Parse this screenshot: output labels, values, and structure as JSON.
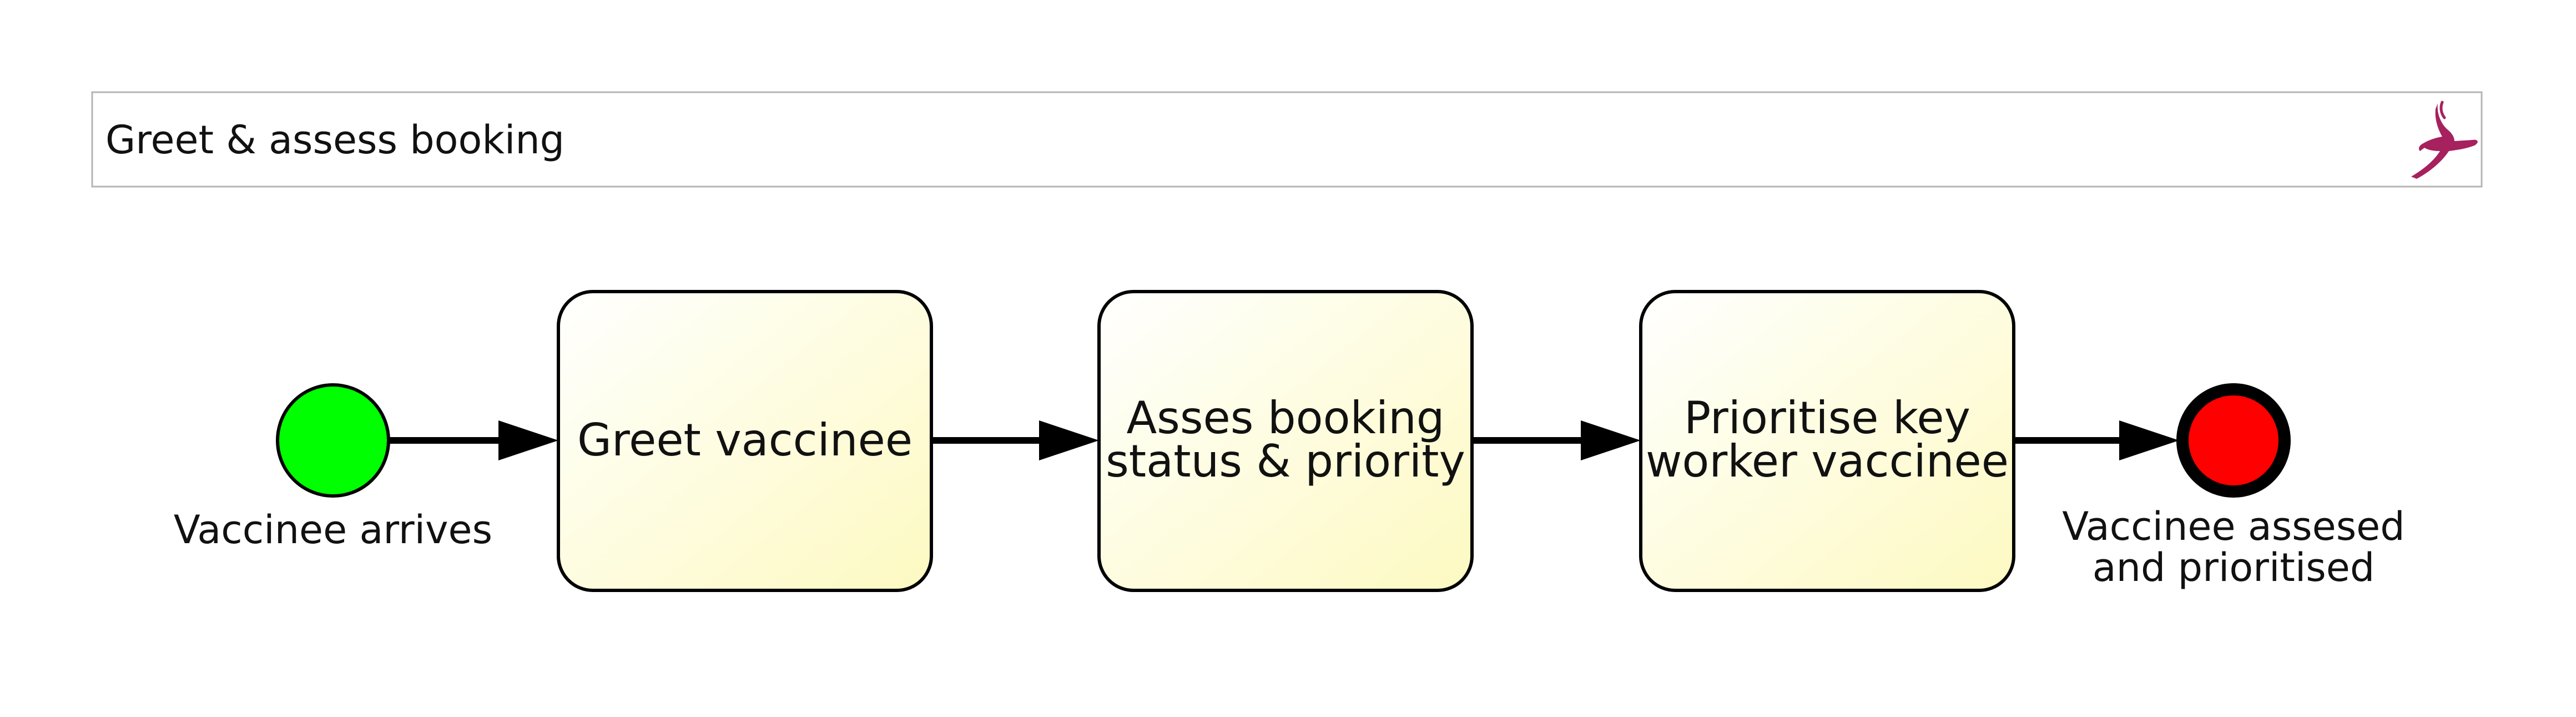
{
  "pool": {
    "title": "Greet & assess booking"
  },
  "colors": {
    "start_event_fill": "#00ff00",
    "end_event_fill": "#ff0000",
    "task_fill_light": "#ffffff",
    "task_fill_dark": "#fdfac4",
    "stroke": "#000000",
    "logo": "#a6215e"
  },
  "start_event": {
    "label": "Vaccinee arrives"
  },
  "tasks": [
    {
      "line1": "Greet vaccinee",
      "line2": ""
    },
    {
      "line1": "Asses booking",
      "line2": "status & priority"
    },
    {
      "line1": "Prioritise key",
      "line2": "worker vaccinee"
    }
  ],
  "end_event": {
    "line1": "Vaccinee assesed",
    "line2": "and prioritised"
  },
  "icons": {
    "logo": "gazelle-logo-icon"
  }
}
